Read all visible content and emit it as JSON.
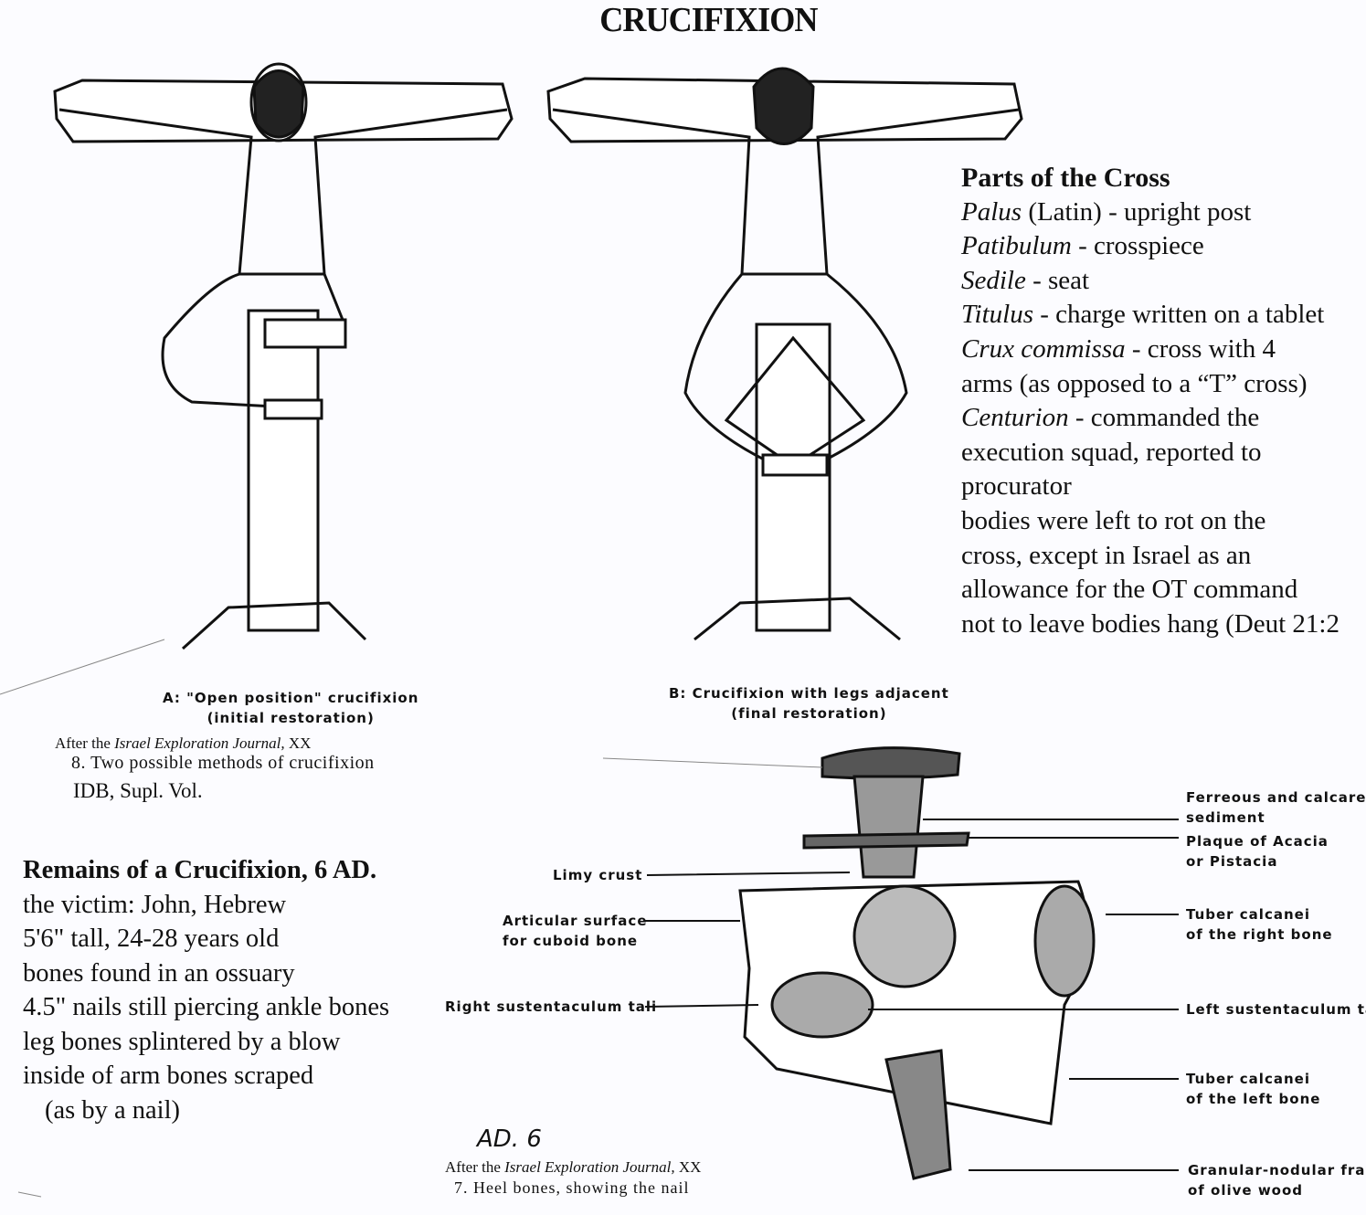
{
  "title": "CRUCIFIXION",
  "parts": {
    "heading": "Parts of the Cross",
    "items": [
      {
        "term": "Palus",
        "rest": " (Latin) - upright post"
      },
      {
        "term": "Patibulum",
        "rest": " - crosspiece"
      },
      {
        "term": "Sedile",
        "rest": " - seat"
      },
      {
        "term": "Titulus",
        "rest": " - charge written on a tablet"
      },
      {
        "term": "Crux commissa",
        "rest": " - cross with 4"
      }
    ],
    "lines": [
      "arms (as opposed to a “T” cross)"
    ],
    "centurion": {
      "term": "Centurion",
      "rest": " - commanded the"
    },
    "more": [
      "execution squad, reported to",
      "procurator",
      "bodies were left to rot on the",
      "cross, except in Israel as an",
      "allowance for the OT command",
      "not to leave bodies hang (Deut 21:2"
    ]
  },
  "figure8": {
    "caption_a1": "A: \"Open position\" crucifixion",
    "caption_a2": "(initial restoration)",
    "caption_b1": "B: Crucifixion with legs adjacent",
    "caption_b2": "(final restoration)",
    "source_prefix": "After the ",
    "source_journal": "Israel Exploration Journal,",
    "source_suffix": " XX",
    "title": "8. Two possible methods of crucifixion",
    "ref": "IDB, Supl. Vol."
  },
  "remains": {
    "heading": "Remains of a Crucifixion, 6 AD.",
    "lines": [
      "the victim: John, Hebrew",
      "5'6\" tall, 24-28 years old",
      "bones found in an ossuary",
      "4.5\" nails still piercing ankle bones",
      "leg bones splintered by a blow",
      "inside of arm bones scraped",
      "   (as by a nail)"
    ]
  },
  "figure7": {
    "labels_left": [
      "Limy crust",
      "Articular surface",
      "for cuboid bone",
      "Right sustentaculum tali"
    ],
    "labels_right": [
      "Ferreous and calcareou",
      "sediment",
      "Plaque of Acacia",
      "or Pistacia",
      "Tuber calcanei",
      "of the right bone",
      "Left sustentaculum tali",
      "Tuber calcanei",
      "of the left bone",
      "Granular-nodular frag",
      "of olive wood"
    ],
    "handwritten": "AD. 6",
    "source_prefix": "After the ",
    "source_journal": "Israel Exploration Journal,",
    "source_suffix": " XX",
    "title": "7. Heel bones, showing the nail"
  }
}
